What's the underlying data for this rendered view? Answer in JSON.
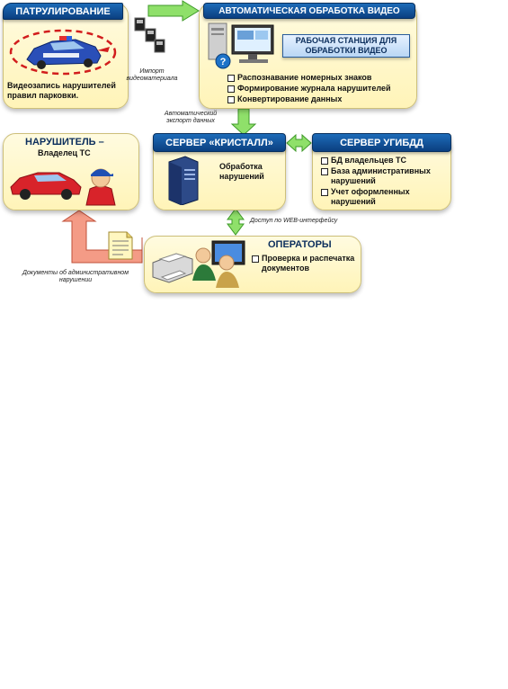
{
  "patrol": {
    "title": "ПАТРУЛИРОВАНИЕ",
    "caption": "Видеозапись нарушителей правил парковки."
  },
  "import_note": "Импорт видеоматериала",
  "auto_processing": {
    "title": "АВТОМАТИЧЕСКАЯ ОБРАБОТКА ВИДЕО",
    "workstation": "РАБОЧАЯ СТАНЦИЯ ДЛЯ ОБРАБОТКИ ВИДЕО",
    "items": [
      "Распознавание номерных знаков",
      "Формирование журнала нарушителей",
      "Конвертирование данных"
    ]
  },
  "auto_export_note": "Автоматический экспорт данных",
  "violator": {
    "title": "НАРУШИТЕЛЬ –",
    "subtitle": "Владелец ТС"
  },
  "server_kristall": {
    "title": "СЕРВЕР «КРИСТАЛЛ»",
    "text": "Обработка нарушений"
  },
  "server_ugibdd": {
    "title": "СЕРВЕР УГИБДД",
    "items": [
      "БД владельцев ТС",
      "База административных нарушений",
      "Учет оформленных нарушений"
    ]
  },
  "web_access_note": "Доступ по WEB-интерфейсу",
  "operators": {
    "title": "ОПЕРАТОРЫ",
    "items": [
      "Проверка и распечатка документов"
    ]
  },
  "documents_note": "Документы об административном нарушении",
  "colors": {
    "header_blue": "#0b3f80",
    "box_fill": "#fff4b8",
    "arrow_green": "#7ddc5a",
    "arrow_red": "#f08a78",
    "server_border": "#2a5c9a"
  }
}
